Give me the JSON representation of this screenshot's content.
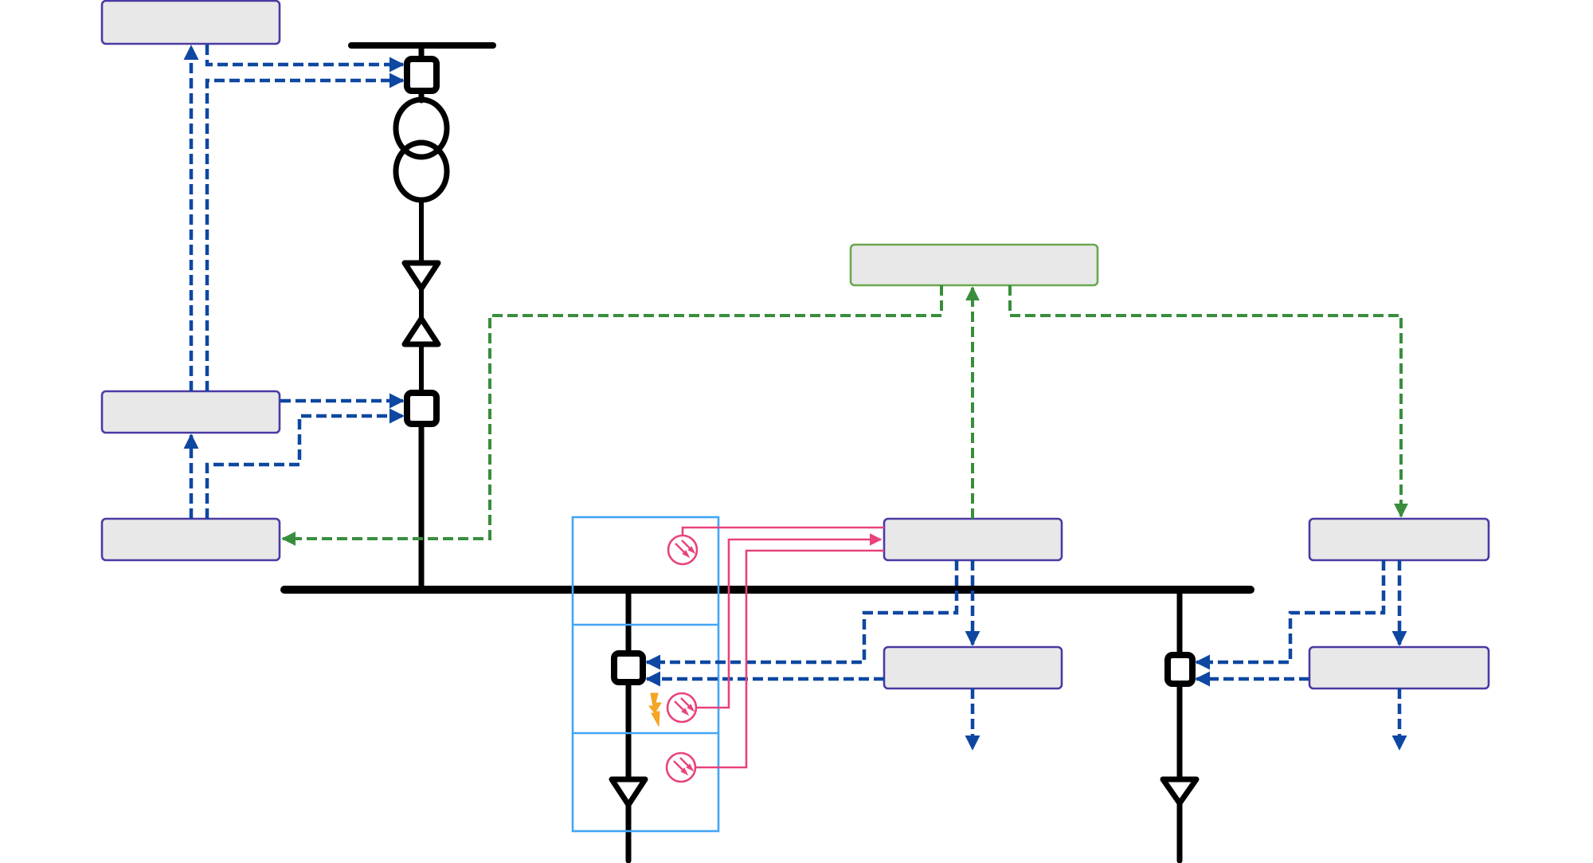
{
  "diagram": {
    "title": "",
    "colors": {
      "power_line": "#000000",
      "control_signal": "#0d47a1",
      "coordination_signal": "#388e3c",
      "sensor_signal": "#e8437b",
      "panel_outline": "#42a5f5",
      "box_fill": "#e8e8e8",
      "box_border_device": "#4b3aa3",
      "box_border_controller": "#6aa84f",
      "fault_icon": "#f5a623"
    },
    "boxes": [
      {
        "id": "box-top-left",
        "label": ""
      },
      {
        "id": "box-middle-left",
        "label": ""
      },
      {
        "id": "box-bottom-left",
        "label": ""
      },
      {
        "id": "box-central-controller",
        "label": ""
      },
      {
        "id": "box-feeder-a-upper",
        "label": ""
      },
      {
        "id": "box-feeder-a-lower",
        "label": ""
      },
      {
        "id": "box-feeder-b-upper",
        "label": ""
      },
      {
        "id": "box-feeder-b-lower",
        "label": ""
      }
    ],
    "components": {
      "busbars": 2,
      "breakers": 4,
      "transformer": "two-winding",
      "sensors": 3,
      "fault_indicator": "lightning-bolt"
    }
  }
}
